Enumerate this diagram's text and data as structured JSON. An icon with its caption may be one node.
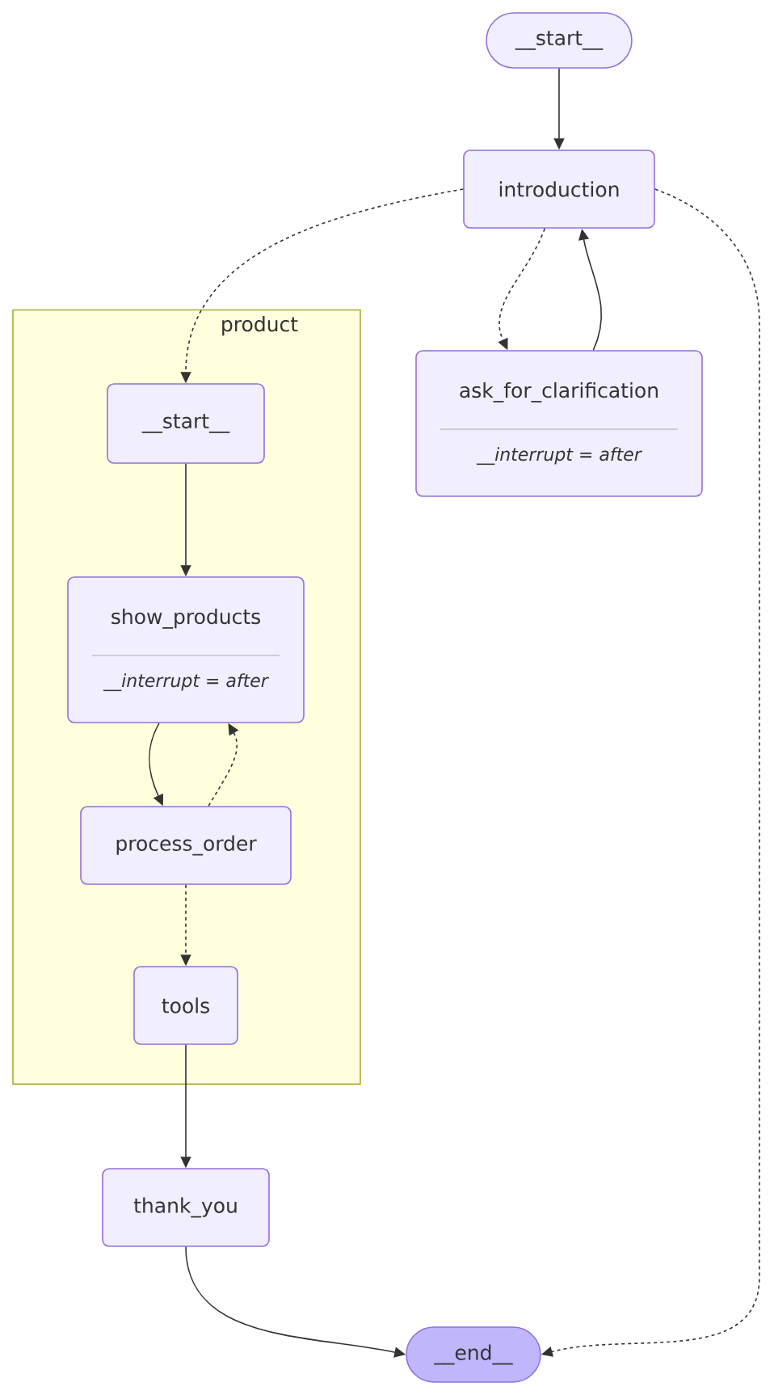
{
  "diagram": {
    "nodes": [
      {
        "text": [
          "__start__"
        ]
      },
      {
        "text": [
          "introduction"
        ]
      },
      {
        "text": [
          "product"
        ]
      },
      {
        "text": [
          "__start__"
        ],
        "in": 2
      },
      {
        "text": [
          "show_products",
          "__interrupt = after"
        ],
        "in": 2
      },
      {
        "text": [
          "process_order"
        ],
        "in": 2
      },
      {
        "text": [
          "tools"
        ],
        "in": 2
      },
      {
        "text": [
          "ask_for_clarification",
          "__interrupt = after"
        ]
      },
      {
        "text": [
          "thank_you"
        ]
      },
      {
        "text": [
          "__end__"
        ]
      }
    ],
    "edges": [
      {
        "from": 0,
        "to": 1,
        "arrow": "to"
      },
      {
        "from": 1,
        "to": 3,
        "arrow": "to",
        "style": "dashed"
      },
      {
        "from": 1,
        "to": 7,
        "arrow": "to",
        "style": "dashed"
      },
      {
        "from": 7,
        "to": 1,
        "arrow": "to"
      },
      {
        "from": 1,
        "to": 9,
        "arrow": "to",
        "style": "dashed"
      },
      {
        "from": 3,
        "to": 4,
        "arrow": "to"
      },
      {
        "from": 4,
        "to": 5,
        "arrow": "to"
      },
      {
        "from": 5,
        "to": 4,
        "arrow": "to",
        "style": "dashed"
      },
      {
        "from": 5,
        "to": 6,
        "arrow": "to",
        "style": "dashed"
      },
      {
        "from": 6,
        "to": 8,
        "arrow": "to"
      },
      {
        "from": 8,
        "to": 9,
        "arrow": "to"
      }
    ]
  }
}
